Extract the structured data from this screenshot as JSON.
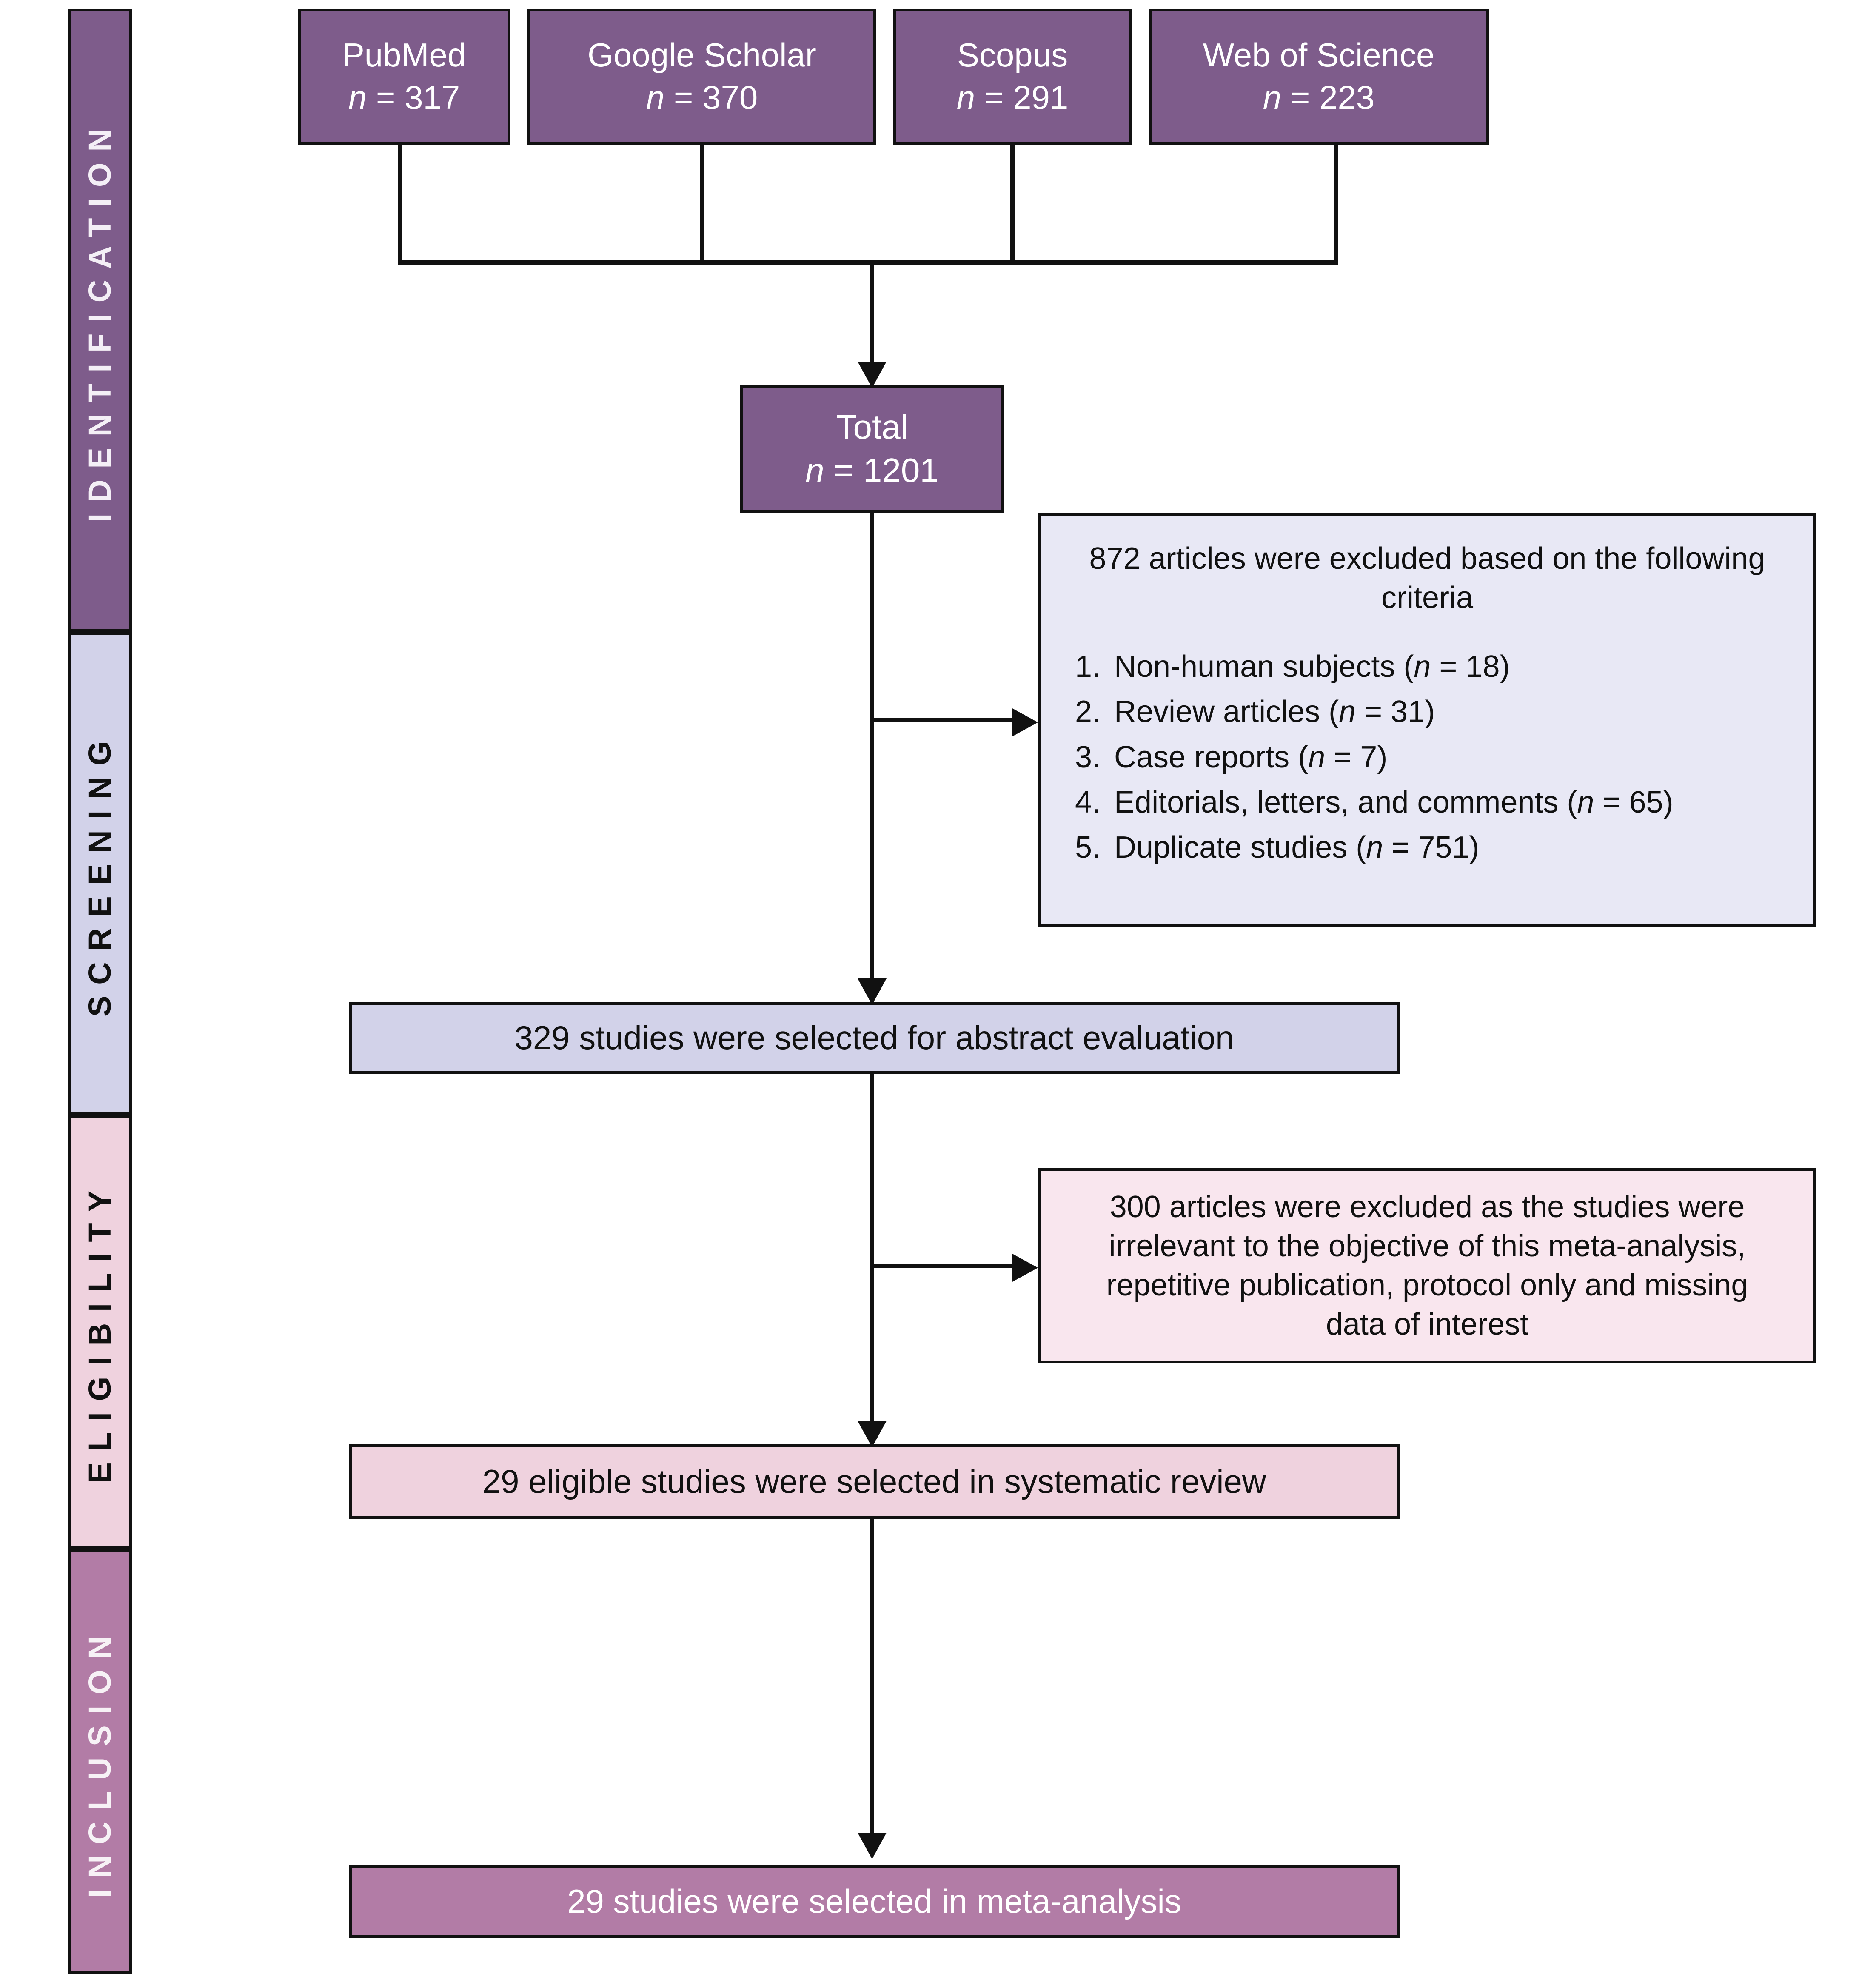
{
  "diagram": {
    "title": "PRISMA study selection flow diagram",
    "colors": {
      "identification": "#7E5C8B",
      "screening": "#D2D2E9",
      "eligibility": "#EFD2DE",
      "inclusion": "#B27CA6",
      "exclusion_screening": "#E8E8F5",
      "exclusion_eligibility": "#F9E6EE",
      "line": "#111111"
    }
  },
  "stages": [
    {
      "key": "identification",
      "label": "IDENTIFICATION"
    },
    {
      "key": "screening",
      "label": "SCREENING"
    },
    {
      "key": "eligibility",
      "label": "ELIGIBILITY"
    },
    {
      "key": "inclusion",
      "label": "INCLUSION"
    }
  ],
  "sources": [
    {
      "name": "PubMed",
      "n_label": "n",
      "eq": " = ",
      "n": "317"
    },
    {
      "name": "Google Scholar",
      "n_label": "n",
      "eq": " = ",
      "n": "370"
    },
    {
      "name": "Scopus",
      "n_label": "n",
      "eq": " = ",
      "n": "291"
    },
    {
      "name": "Web of Science",
      "n_label": "n",
      "eq": " = ",
      "n": "223"
    }
  ],
  "total": {
    "label": "Total",
    "n_label": "n",
    "eq": " = ",
    "n": "1201"
  },
  "exclusion_screening": {
    "headline": "872 articles were excluded based on the following criteria",
    "count": "872",
    "items": [
      {
        "num": "1.",
        "text": "Non-human subjects (",
        "n_label": "n",
        "eq": " = ",
        "n": "18",
        "close": ")"
      },
      {
        "num": "2.",
        "text": "Review articles (",
        "n_label": "n",
        "eq": " = ",
        "n": "31",
        "close": ")"
      },
      {
        "num": "3.",
        "text": "Case reports (",
        "n_label": "n",
        "eq": " = ",
        "n": "7",
        "close": ")"
      },
      {
        "num": "4.",
        "text": "Editorials, letters, and comments (",
        "n_label": "n",
        "eq": " = ",
        "n": "65",
        "close": ")"
      },
      {
        "num": "5.",
        "text": "Duplicate studies (",
        "n_label": "n",
        "eq": " = ",
        "n": "751",
        "close": ")"
      }
    ]
  },
  "abstract_eval": {
    "text": "329 studies were selected for abstract evaluation",
    "count": "329"
  },
  "exclusion_eligibility": {
    "count": "300",
    "line1": "300 articles were excluded as the studies were",
    "line2": "irrelevant to the objective of this meta-analysis,",
    "line3": "repetitive publication, protocol only and missing",
    "line4": "data of interest"
  },
  "systematic_review": {
    "text": "29 eligible studies were selected in systematic review",
    "count": "29"
  },
  "meta_analysis": {
    "text": "29 studies were selected in meta-analysis",
    "count": "29"
  }
}
